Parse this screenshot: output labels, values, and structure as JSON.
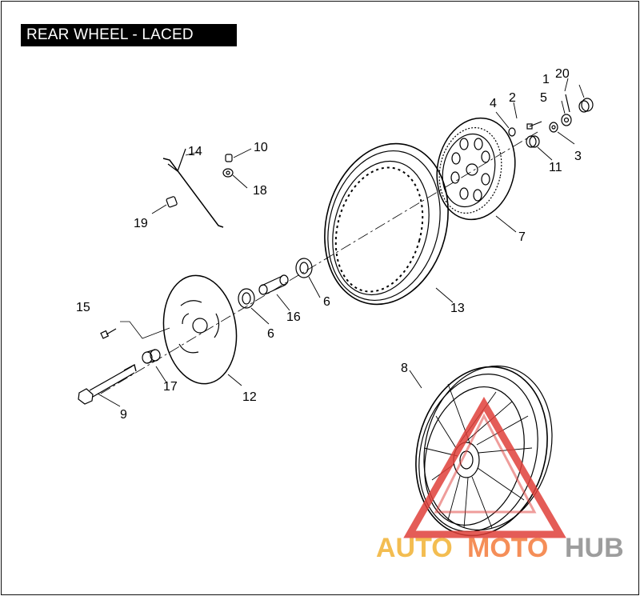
{
  "title": "REAR WHEEL - LACED",
  "callouts": [
    "1",
    "2",
    "3",
    "4",
    "5",
    "6",
    "6",
    "7",
    "8",
    "9",
    "10",
    "11",
    "12",
    "13",
    "14",
    "15",
    "16",
    "17",
    "18",
    "19",
    "20"
  ],
  "watermark": {
    "parts": [
      "AUTO",
      "MOTO",
      "HUB"
    ],
    "colors": {
      "auto": "#f2b233",
      "moto": "#f47b3c",
      "hub": "#8c8c8c",
      "triangle": "#e0403a"
    }
  },
  "line_color": "#000000"
}
